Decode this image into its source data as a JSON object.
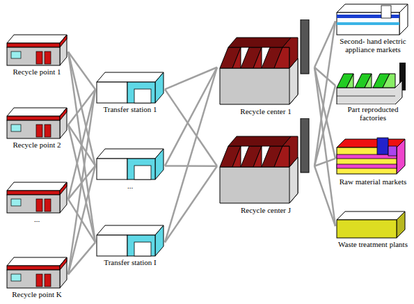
{
  "diagram": {
    "nodes": [
      {
        "text": [
          "Recycle point 1"
        ]
      },
      {
        "text": [
          "Recycle point 2"
        ]
      },
      {
        "text": [
          "..."
        ]
      },
      {
        "text": [
          "Recycle point K"
        ]
      },
      {
        "text": [
          "Transfer station 1"
        ]
      },
      {
        "text": [
          "..."
        ]
      },
      {
        "text": [
          "Transfer station I"
        ]
      },
      {
        "text": [
          "Recycle center 1"
        ]
      },
      {
        "text": [
          "Recycle center J"
        ]
      },
      {
        "text": [
          "Second- hand electric appliance markets"
        ]
      },
      {
        "text": [
          "Part reproducted factories"
        ]
      },
      {
        "text": [
          "Raw material markets"
        ]
      },
      {
        "text": [
          "Waste treatment plants"
        ]
      }
    ],
    "edges": [
      {
        "from": 0,
        "to": 4,
        "arrow": "none"
      },
      {
        "from": 0,
        "to": 5,
        "arrow": "none"
      },
      {
        "from": 0,
        "to": 6,
        "arrow": "none"
      },
      {
        "from": 1,
        "to": 4,
        "arrow": "none"
      },
      {
        "from": 1,
        "to": 5,
        "arrow": "none"
      },
      {
        "from": 1,
        "to": 6,
        "arrow": "none"
      },
      {
        "from": 2,
        "to": 4,
        "arrow": "none"
      },
      {
        "from": 2,
        "to": 5,
        "arrow": "none"
      },
      {
        "from": 2,
        "to": 6,
        "arrow": "none"
      },
      {
        "from": 3,
        "to": 4,
        "arrow": "none"
      },
      {
        "from": 3,
        "to": 5,
        "arrow": "none"
      },
      {
        "from": 3,
        "to": 6,
        "arrow": "none"
      },
      {
        "from": 4,
        "to": 7,
        "arrow": "none"
      },
      {
        "from": 4,
        "to": 8,
        "arrow": "none"
      },
      {
        "from": 5,
        "to": 7,
        "arrow": "none"
      },
      {
        "from": 5,
        "to": 8,
        "arrow": "none"
      },
      {
        "from": 6,
        "to": 7,
        "arrow": "none"
      },
      {
        "from": 6,
        "to": 8,
        "arrow": "none"
      },
      {
        "from": 7,
        "to": 9,
        "arrow": "none"
      },
      {
        "from": 7,
        "to": 10,
        "arrow": "none"
      },
      {
        "from": 7,
        "to": 11,
        "arrow": "none"
      },
      {
        "from": 7,
        "to": 12,
        "arrow": "none"
      },
      {
        "from": 8,
        "to": 9,
        "arrow": "none"
      },
      {
        "from": 8,
        "to": 10,
        "arrow": "none"
      },
      {
        "from": 8,
        "to": 11,
        "arrow": "none"
      },
      {
        "from": 8,
        "to": 12,
        "arrow": "none"
      }
    ]
  }
}
